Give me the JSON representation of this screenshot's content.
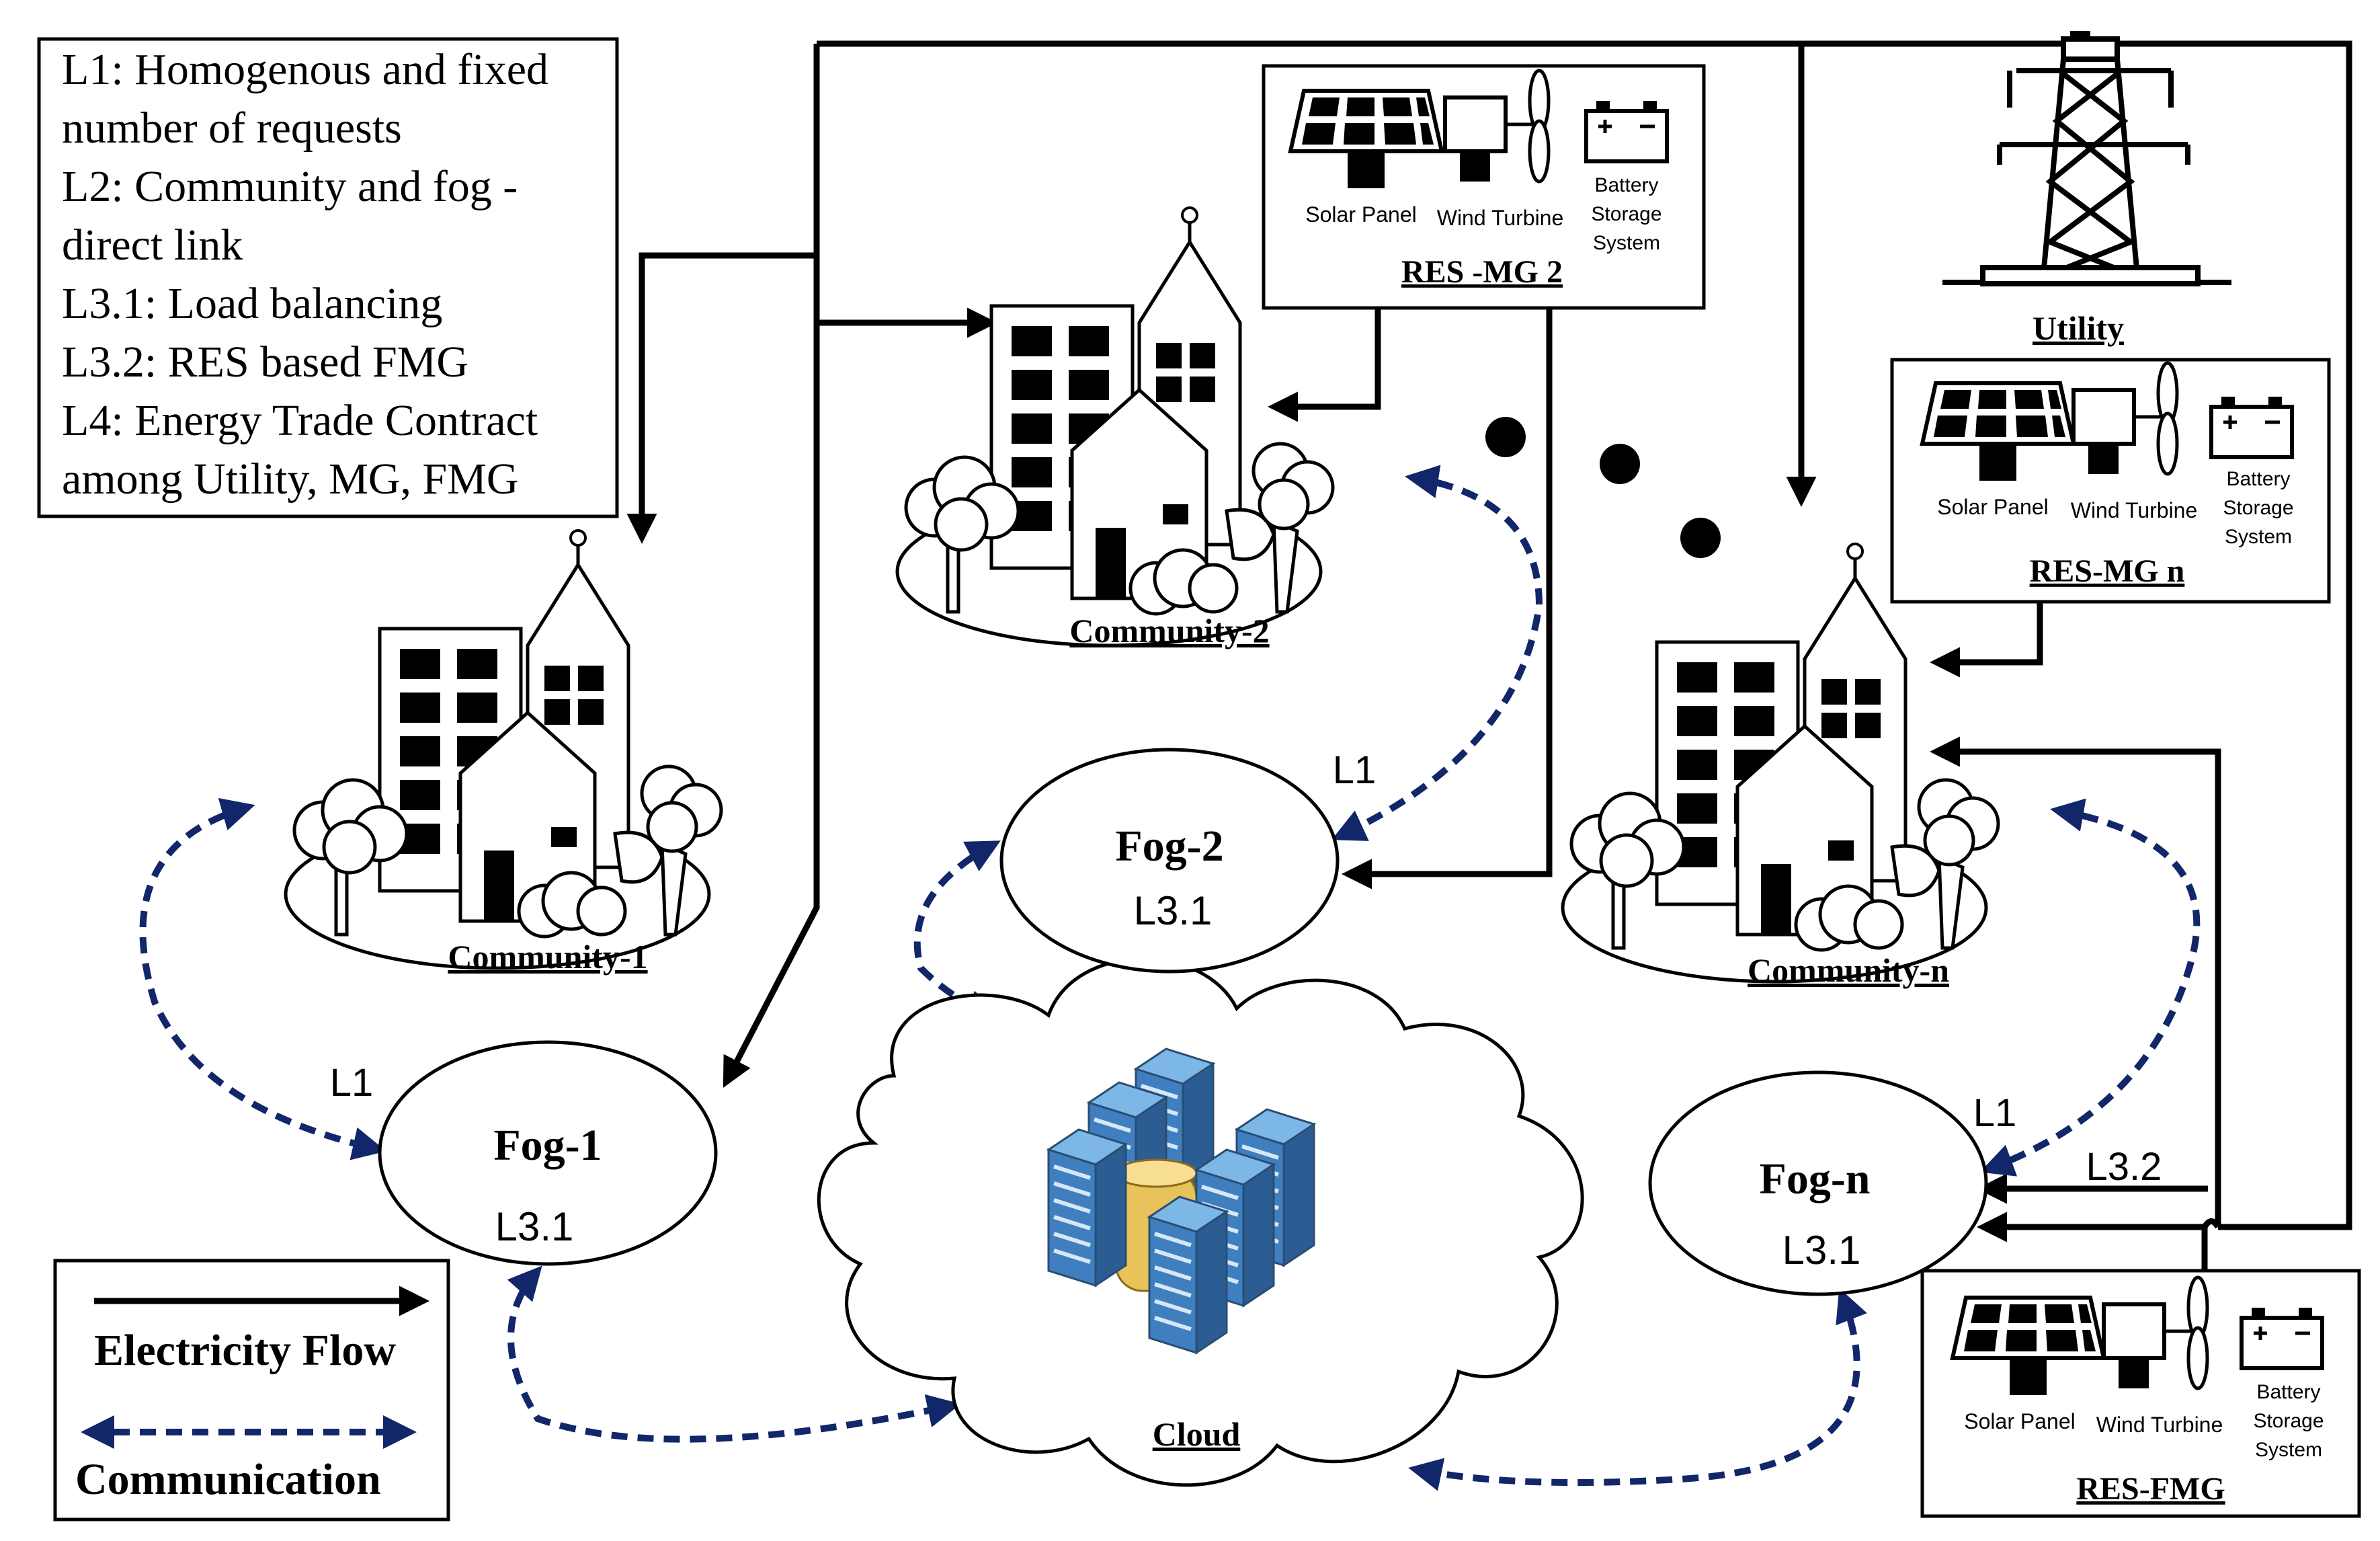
{
  "legend_box": {
    "lines": [
      "L1: Homogenous and fixed",
      "number of requests",
      "L2: Community and fog -",
      "direct link",
      "L3.1: Load balancing",
      "L3.2: RES based FMG",
      "L4: Energy Trade Contract",
      "among Utility, MG, FMG"
    ]
  },
  "flow_legend": {
    "electricity": "Electricity Flow",
    "communication": "Communication"
  },
  "utility": {
    "label": "Utility"
  },
  "communities": {
    "c1": "Community-1",
    "c2": "Community-2",
    "cn": "Community-n"
  },
  "fogs": {
    "fog1": {
      "name": "Fog-1",
      "level": "L3.1"
    },
    "fog2": {
      "name": "Fog-2",
      "level": "L3.1"
    },
    "fogn": {
      "name": "Fog-n",
      "level": "L3.1"
    }
  },
  "cloud": {
    "label": "Cloud"
  },
  "link_labels": {
    "l1_fog1": "L1",
    "l1_fog2": "L1",
    "l1_fogn": "L1",
    "l32": "L3.2"
  },
  "res": {
    "mg2": {
      "title": "RES -MG 2",
      "solar": "Solar Panel",
      "wind": "Wind Turbine",
      "battery": [
        "Battery",
        "Storage",
        "System"
      ]
    },
    "mgn": {
      "title": "RES-MG n",
      "solar": "Solar Panel",
      "wind": "Wind Turbine",
      "battery": [
        "Battery",
        "Storage",
        "System"
      ]
    },
    "fmg": {
      "title": "RES-FMG",
      "solar": "Solar Panel",
      "wind": "Wind Turbine",
      "battery": [
        "Battery",
        "Storage",
        "System"
      ]
    }
  },
  "colors": {
    "communication": "#12266a",
    "server_blue": "#3f7fbf",
    "server_top": "#7db7e6",
    "storage_gold": "#e8c25a"
  }
}
